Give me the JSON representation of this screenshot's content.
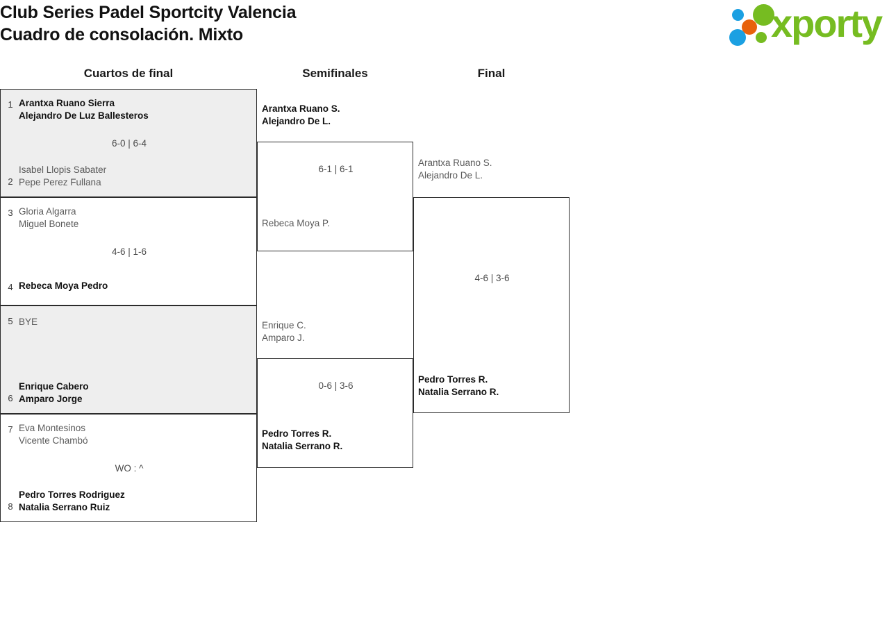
{
  "header": {
    "title_line1": "Club Series Padel Sportcity Valencia",
    "title_line2": "Cuadro de consolación. Mixto",
    "logo_text": "xporty",
    "logo_colors": {
      "green": "#76bc21",
      "orange": "#e8620c",
      "blue": "#1ba0e2"
    }
  },
  "rounds": {
    "quarterfinals_label": "Cuartos de final",
    "semifinals_label": "Semifinales",
    "final_label": "Final"
  },
  "quarterfinals": [
    {
      "top_seed": "1",
      "top_team": "Arantxa Ruano Sierra\nAlejandro De Luz Ballesteros",
      "bottom_seed": "2",
      "bottom_team": "Isabel Llopis Sabater\nPepe Perez Fullana",
      "score": "6-0 | 6-4"
    },
    {
      "top_seed": "3",
      "top_team": "Gloria Algarra\nMiguel Bonete",
      "bottom_seed": "4",
      "bottom_team": "Rebeca Moya Pedro",
      "score": "4-6 | 1-6"
    },
    {
      "top_seed": "5",
      "top_team": "BYE",
      "bottom_seed": "6",
      "bottom_team": "Enrique Cabero\nAmparo Jorge",
      "score": ""
    },
    {
      "top_seed": "7",
      "top_team": "Eva Montesinos\nVicente Chambó",
      "bottom_seed": "8",
      "bottom_team": "Pedro Torres Rodriguez\nNatalia Serrano Ruiz",
      "score": "WO : ^"
    }
  ],
  "semifinals": [
    {
      "top_team": "Arantxa Ruano S.\nAlejandro De L.",
      "bottom_team": "Rebeca Moya P.",
      "score": "6-1 | 6-1"
    },
    {
      "top_team": "Enrique C.\nAmparo J.",
      "bottom_team": "Pedro Torres R.\nNatalia Serrano R.",
      "score": "0-6 | 3-6"
    }
  ],
  "final": {
    "top_team": "Arantxa Ruano S.\nAlejandro De L.",
    "bottom_team": "Pedro Torres R.\nNatalia Serrano R.",
    "score": "4-6 | 3-6"
  }
}
